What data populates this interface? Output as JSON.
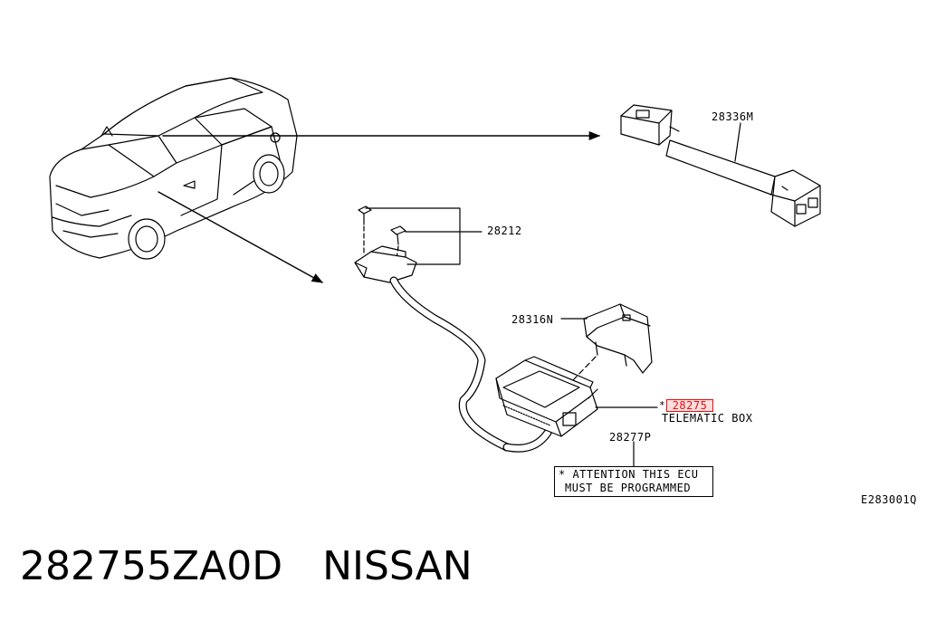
{
  "callouts": {
    "harness": "28336M",
    "screws": "28212",
    "bracket": "28316N",
    "telematic_box_part": "28275",
    "telematic_box_name": "TELEMATIC BOX",
    "label": "28277P",
    "asterisk": "*"
  },
  "attention_note": {
    "line1": "* ATTENTION THIS ECU",
    "line2": "MUST BE PROGRAMMED"
  },
  "figure_id": "E283001Q",
  "caption": {
    "part_number": "282755ZA0D",
    "brand": "NISSAN"
  },
  "colors": {
    "highlight": "#e01010",
    "highlight_fill": "#ffdede",
    "line": "#000000"
  }
}
